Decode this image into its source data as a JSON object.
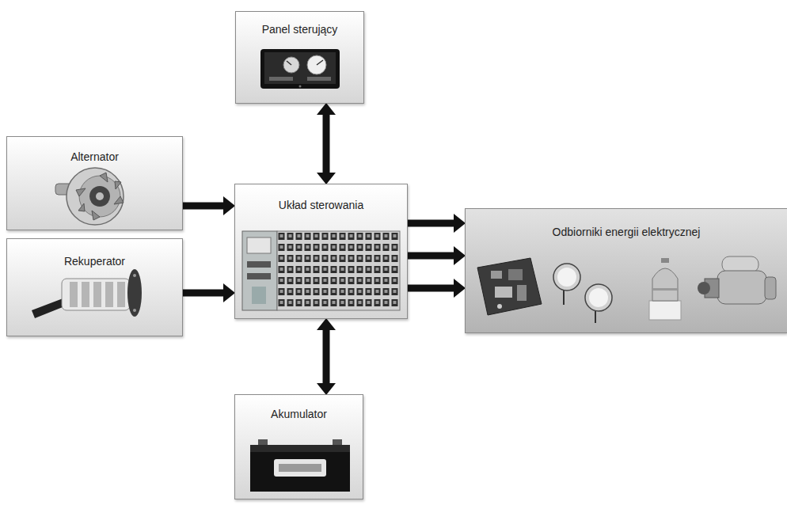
{
  "diagram": {
    "nodes": [
      {
        "text": [
          "Panel sterujący"
        ]
      },
      {
        "text": [
          "Alternator"
        ]
      },
      {
        "text": [
          "Rekuperator"
        ]
      },
      {
        "text": [
          "Układ sterowania"
        ]
      },
      {
        "text": [
          "Odbiorniki energii elektrycznej"
        ]
      },
      {
        "text": [
          "Akumulator"
        ]
      }
    ],
    "edges": [
      {
        "from": 0,
        "to": 3,
        "arrow": "both"
      },
      {
        "from": 1,
        "to": 3,
        "arrow": "to"
      },
      {
        "from": 2,
        "to": 3,
        "arrow": "to"
      },
      {
        "from": 3,
        "to": 4,
        "arrow": "to"
      },
      {
        "from": 3,
        "to": 4,
        "arrow": "to"
      },
      {
        "from": 3,
        "to": 4,
        "arrow": "to"
      },
      {
        "from": 3,
        "to": 5,
        "arrow": "both"
      }
    ]
  }
}
